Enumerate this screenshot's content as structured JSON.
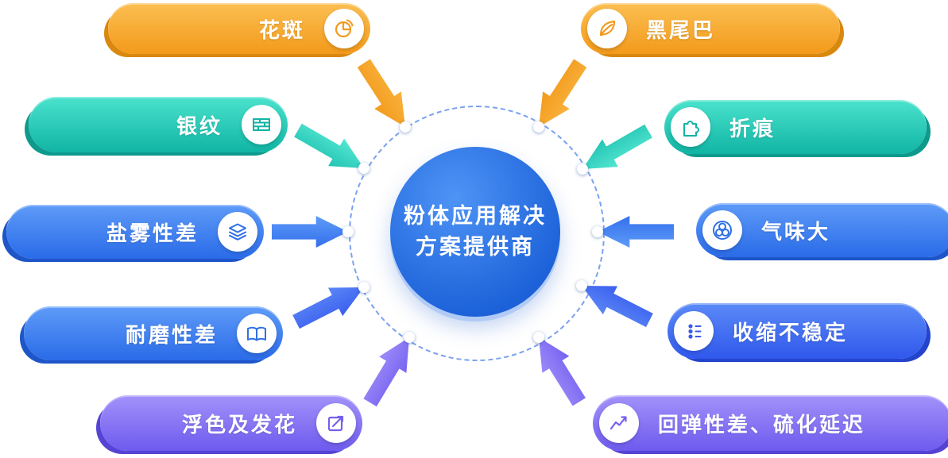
{
  "center": {
    "line1": "粉体应用解决",
    "line2": "方案提供商"
  },
  "pills": [
    {
      "label": "花斑",
      "icon": "pie-chart-icon",
      "color": "#F39A1B"
    },
    {
      "label": "黑尾巴",
      "icon": "leaf-icon",
      "color": "#F39A1B"
    },
    {
      "label": "银纹",
      "icon": "bricks-icon",
      "color": "#11B4A4"
    },
    {
      "label": "折痕",
      "icon": "puzzle-icon",
      "color": "#11B4A4"
    },
    {
      "label": "盐雾性差",
      "icon": "layers-icon",
      "color": "#2A6BE8"
    },
    {
      "label": "气味大",
      "icon": "bubbles-icon",
      "color": "#2A6BE8"
    },
    {
      "label": "耐磨性差",
      "icon": "map-icon",
      "color": "#2A6BE8"
    },
    {
      "label": "收缩不稳定",
      "icon": "dots-list-icon",
      "color": "#3058EC"
    },
    {
      "label": "浮色及发花",
      "icon": "trend-arrow-icon",
      "color": "#6E5AEE"
    },
    {
      "label": "回弹性差、硫化延迟",
      "icon": "line-chart-icon",
      "color": "#6E5AEE"
    }
  ],
  "colors": {
    "orange": "#F39A1B",
    "teal": "#11B4A4",
    "blue": "#2A6BE8",
    "indigo": "#3058EC",
    "purple": "#6E5AEE",
    "center_blue": "#1C61D8"
  }
}
